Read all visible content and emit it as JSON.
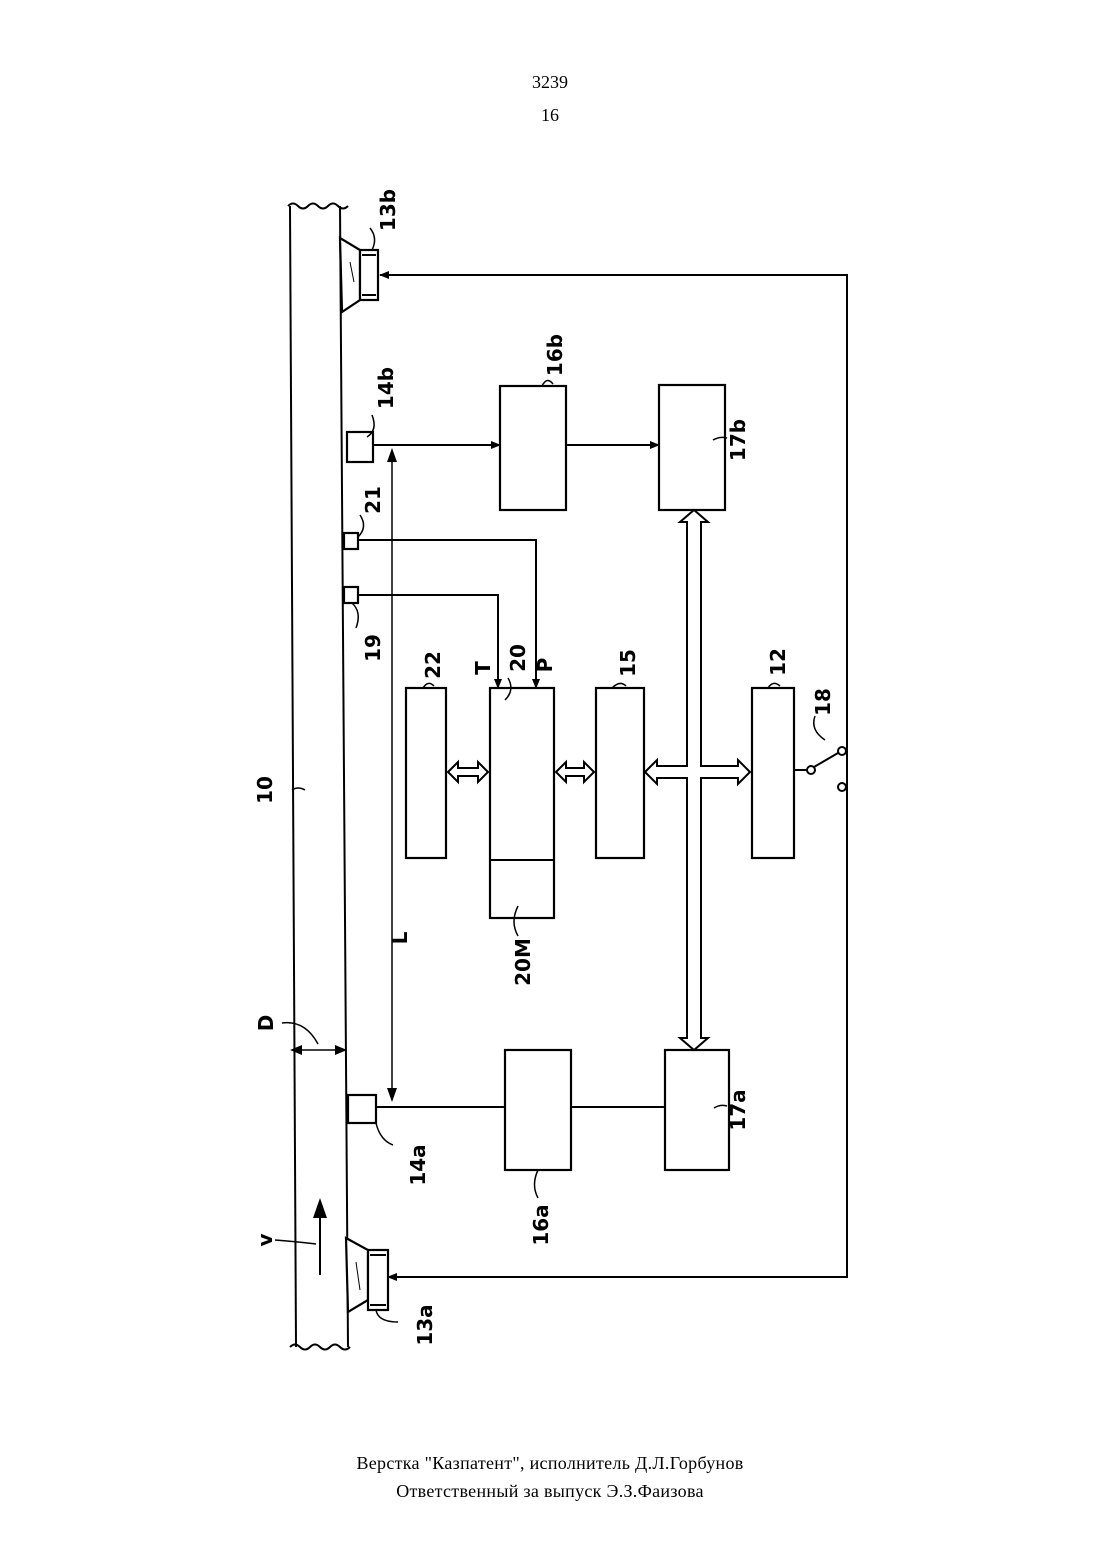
{
  "header": {
    "patent_number": "3239",
    "page_number": "16"
  },
  "footer": {
    "line1": "Верстка \"Казпатент\", исполнитель   Д.Л.Горбунов",
    "line2": "Ответственный  за  выпуск    Э.З.Фаизова"
  },
  "diagram": {
    "labels": {
      "pipe": "10",
      "transducer_b": "13b",
      "transducer_a": "13a",
      "receiver_b": "14b",
      "receiver_a": "14a",
      "block_16b": "16b",
      "block_16a": "16a",
      "block_17b": "17b",
      "block_17a": "17a",
      "sensor_21": "21",
      "sensor_19": "19",
      "block_22": "22",
      "processor_20": "20",
      "memory_20m": "20M",
      "block_15": "15",
      "block_12": "12",
      "switch_18": "18",
      "input_t": "T",
      "input_p": "P",
      "distance_l": "L",
      "diameter_d": "D",
      "velocity_v": "v"
    }
  }
}
